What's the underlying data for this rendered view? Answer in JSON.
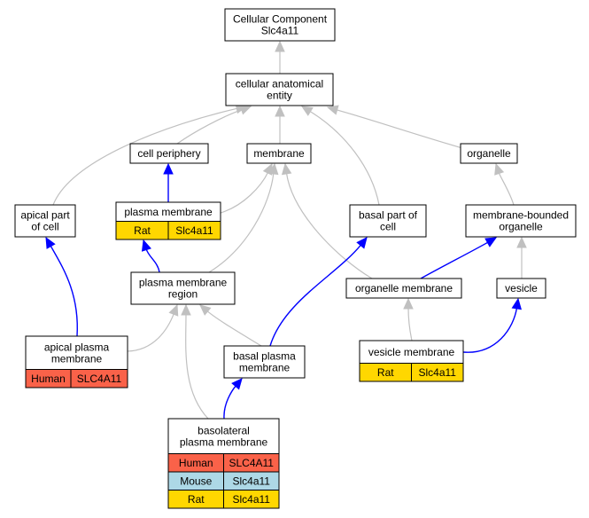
{
  "colors": {
    "human": "#fa6249",
    "mouse": "#add8e6",
    "rat": "#ffd700",
    "edge_gray": "#c0c0c0",
    "edge_blue": "#0000ff"
  },
  "nodes": {
    "root": {
      "lines": [
        "Cellular Component",
        "Slc4a11"
      ]
    },
    "cae": {
      "lines": [
        "cellular anatomical",
        "entity"
      ]
    },
    "periphery": {
      "lines": [
        "cell periphery"
      ]
    },
    "membrane": {
      "lines": [
        "membrane"
      ]
    },
    "organelle": {
      "lines": [
        "organelle"
      ]
    },
    "apical_part": {
      "lines": [
        "apical part",
        "of cell"
      ]
    },
    "plasma_membrane": {
      "lines": [
        "plasma membrane"
      ],
      "rows": [
        [
          "Rat",
          "Slc4a11"
        ]
      ]
    },
    "basal_part": {
      "lines": [
        "basal part of",
        "cell"
      ]
    },
    "mbo": {
      "lines": [
        "membrane-bounded",
        "organelle"
      ]
    },
    "pmr": {
      "lines": [
        "plasma membrane",
        "region"
      ]
    },
    "org_membrane": {
      "lines": [
        "organelle membrane"
      ]
    },
    "vesicle": {
      "lines": [
        "vesicle"
      ]
    },
    "apical_pm": {
      "lines": [
        "apical plasma",
        "membrane"
      ],
      "rows": [
        [
          "Human",
          "SLC4A11"
        ]
      ]
    },
    "basal_pm": {
      "lines": [
        "basal plasma",
        "membrane"
      ]
    },
    "vesicle_membrane": {
      "lines": [
        "vesicle membrane"
      ],
      "rows": [
        [
          "Rat",
          "Slc4a11"
        ]
      ]
    },
    "basolateral_pm": {
      "lines": [
        "basolateral",
        "plasma membrane"
      ],
      "rows": [
        [
          "Human",
          "SLC4A11"
        ],
        [
          "Mouse",
          "Slc4a11"
        ],
        [
          "Rat",
          "Slc4a11"
        ]
      ]
    }
  },
  "edges": [
    {
      "from": "cae",
      "to": "root",
      "color": "gray"
    },
    {
      "from": "periphery",
      "to": "cae",
      "color": "gray"
    },
    {
      "from": "membrane",
      "to": "cae",
      "color": "gray"
    },
    {
      "from": "organelle",
      "to": "cae",
      "color": "gray"
    },
    {
      "from": "apical_part",
      "to": "cae",
      "color": "gray"
    },
    {
      "from": "basal_part",
      "to": "cae",
      "color": "gray"
    },
    {
      "from": "plasma_membrane",
      "to": "periphery",
      "color": "blue"
    },
    {
      "from": "plasma_membrane",
      "to": "membrane",
      "color": "gray"
    },
    {
      "from": "pmr",
      "to": "membrane",
      "color": "gray"
    },
    {
      "from": "pmr",
      "to": "plasma_membrane",
      "color": "blue"
    },
    {
      "from": "org_membrane",
      "to": "membrane",
      "color": "gray"
    },
    {
      "from": "mbo",
      "to": "organelle",
      "color": "gray"
    },
    {
      "from": "vesicle",
      "to": "mbo",
      "color": "gray"
    },
    {
      "from": "org_membrane",
      "to": "mbo",
      "color": "blue"
    },
    {
      "from": "apical_pm",
      "to": "apical_part",
      "color": "blue"
    },
    {
      "from": "apical_pm",
      "to": "pmr",
      "color": "gray"
    },
    {
      "from": "basal_pm",
      "to": "pmr",
      "color": "gray"
    },
    {
      "from": "basal_pm",
      "to": "basal_part",
      "color": "blue"
    },
    {
      "from": "vesicle_membrane",
      "to": "org_membrane",
      "color": "gray"
    },
    {
      "from": "vesicle_membrane",
      "to": "vesicle",
      "color": "blue"
    },
    {
      "from": "basolateral_pm",
      "to": "basal_pm",
      "color": "blue"
    },
    {
      "from": "basolateral_pm",
      "to": "pmr",
      "color": "gray"
    }
  ]
}
